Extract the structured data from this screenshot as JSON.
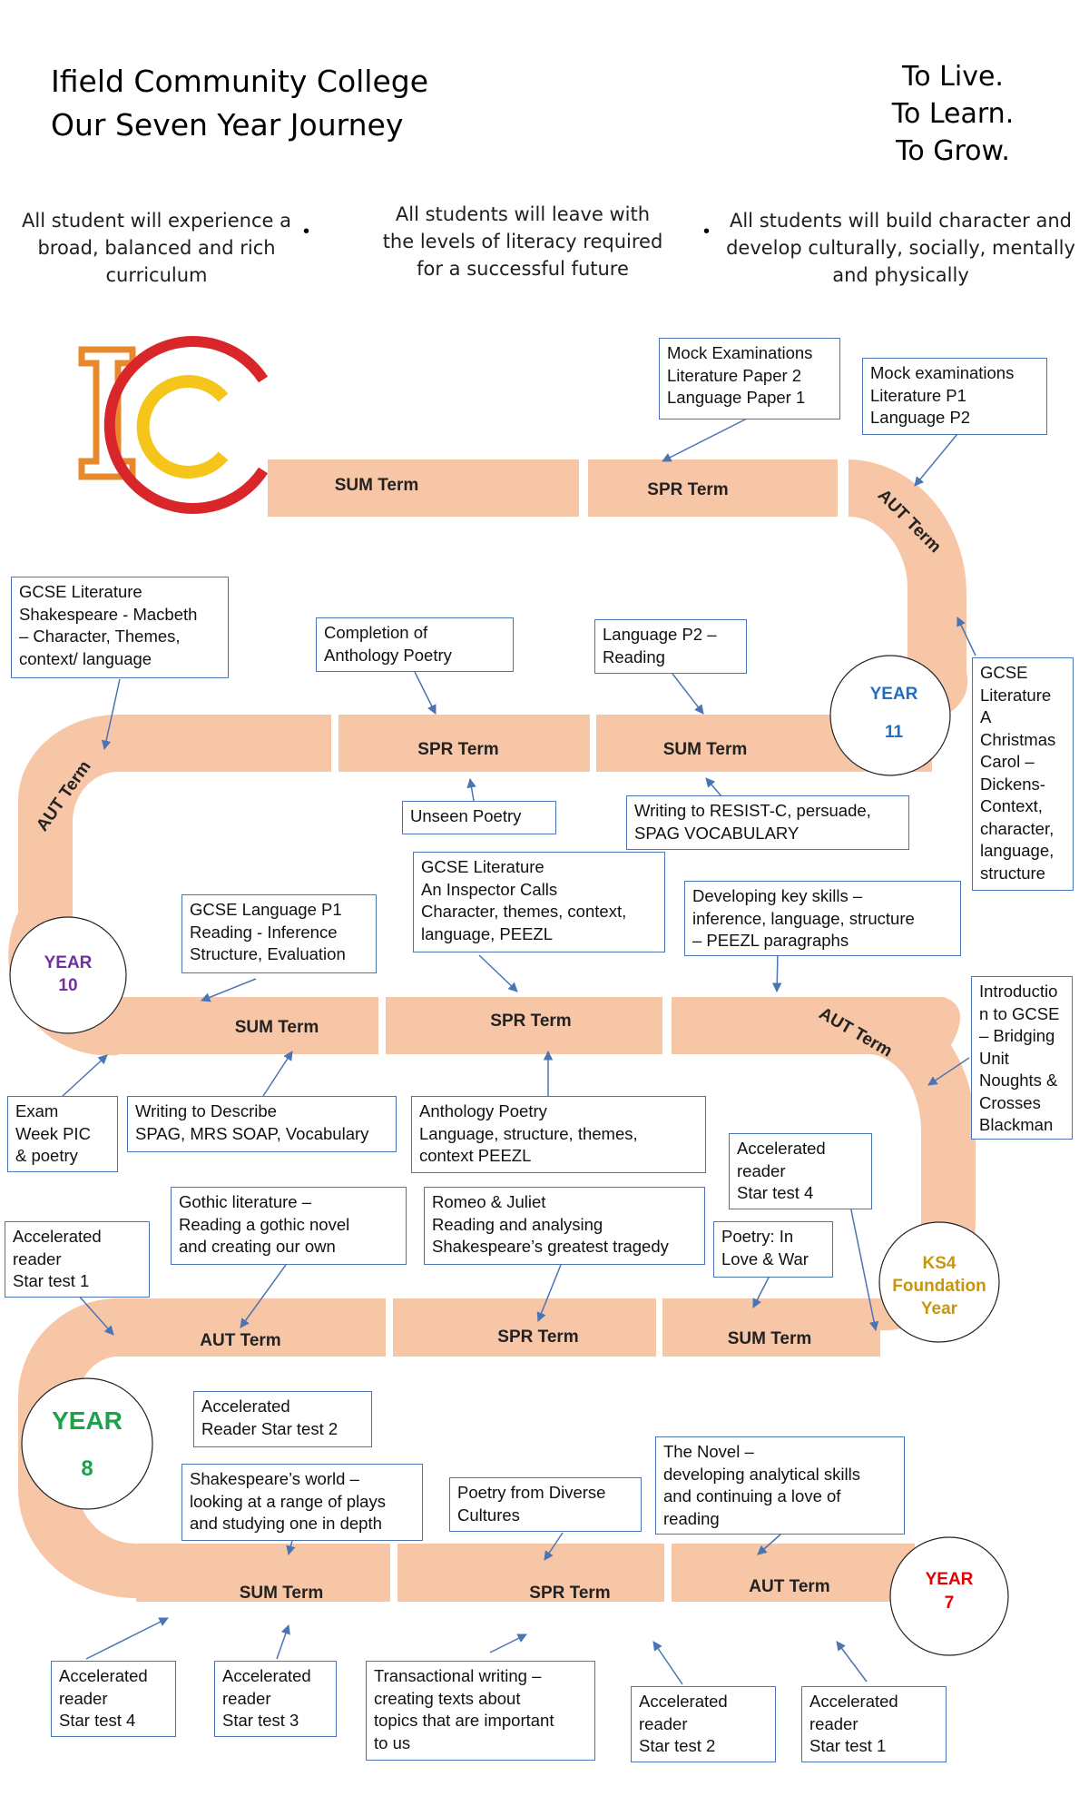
{
  "header": {
    "title_line1": "Ifield Community College",
    "title_line2": "Our Seven Year Journey",
    "motto": [
      "To Live.",
      "To Learn.",
      "To Grow."
    ]
  },
  "aims": [
    "All student will experience a broad, balanced and rich curriculum",
    "All students will leave with the levels of literacy required for a successful future",
    "All students will build character and develop culturally, socially, mentally and physically"
  ],
  "bullet": "•",
  "colors": {
    "road": "#f7c6a6",
    "box_border": "#4a74b4",
    "logo_orange": "#e8892e",
    "logo_red": "#d9262a",
    "logo_yellow": "#f6c51b"
  },
  "years": {
    "y11": {
      "line1": "YEAR",
      "line2": "11",
      "color": "#1f6fc0"
    },
    "y10": {
      "line1": "YEAR",
      "line2": "10",
      "color": "#7030a0"
    },
    "ks4": {
      "line1": "KS4",
      "line2": "Foundation",
      "line3": "Year",
      "color": "#c8960c"
    },
    "y8": {
      "line1": "YEAR",
      "line2": "8",
      "color": "#1aa34a"
    },
    "y7": {
      "line1": "YEAR",
      "line2": "7",
      "color": "#e00000"
    }
  },
  "terms": {
    "r1_sum": "SUM Term",
    "r1_spr": "SPR Term",
    "r1_aut": "AUT Term",
    "r2_aut": "AUT Term",
    "r2_spr": "SPR Term",
    "r2_sum": "SUM Term",
    "r3_sum": "SUM Term",
    "r3_spr": "SPR Term",
    "r3_aut": "AUT Term",
    "r4_aut": "AUT Term",
    "r4_spr": "SPR Term",
    "r4_sum": "SUM Term",
    "r5_sum": "SUM Term",
    "r5_spr": "SPR Term",
    "r5_aut": "AUT Term"
  },
  "boxes": {
    "mock_lit2": "Mock Examinations\nLiterature Paper 2\nLanguage  Paper 1",
    "mock_lit1": "Mock examinations\nLiterature P1\nLanguage  P2",
    "macbeth": "GCSE Literature\nShakespeare - Macbeth\n– Character, Themes,\ncontext/ language",
    "anthology_completion": "Completion  of\nAnthology Poetry",
    "lang_p2": "Language  P2 –\nReading",
    "christmas_carol": "GCSE\nLiterature\nA\nChristmas\nCarol –\nDickens-\nContext,\ncharacter,\nlanguage,\nstructure",
    "unseen": "Unseen Poetry",
    "resist": "Writing to RESIST-C, persuade,\n SPAG VOCABULARY",
    "lang_p1": "GCSE Language  P1\nReading  - Inference\nStructure, Evaluation",
    "inspector": "GCSE  Literature\nAn Inspector Calls\nCharacter, themes, context,\nlanguage,  PEEZL",
    "key_skills": "Developing key skills –\ninference, language, structure\n– PEEZL paragraphs",
    "intro_gcse": "Introductio\nn to GCSE\n– Bridging\nUnit\nNoughts &\nCrosses\nBlackman",
    "exam_week": "Exam\nWeek PIC\n& poetry",
    "describe": "Writing to Describe\nSPAG, MRS SOAP, Vocabulary",
    "anthology_peezl": "Anthology  Poetry\nLanguage, structure, themes,\ncontext PEEZL",
    "ar_star4_ks4": "Accelerated\nreader\nStar test 4",
    "ar_star1_y8": "Accelerated\nreader\nStar test 1",
    "gothic": "Gothic literature –\nReading a gothic novel\nand creating our own",
    "romeo": "Romeo & Juliet\nReading and analysing\nShakespeare’s greatest tragedy",
    "poetry_war": "Poetry: In\nLove & War",
    "ar_star2_y8": "Accelerated\nReader Star test 2",
    "shakespeare_world": "Shakespeare’s world –\nlooking at a range of plays\nand studying one in depth",
    "diverse": "Poetry from Diverse\nCultures",
    "novel": "The Novel –\ndeveloping analytical skills\n and continuing  a love of\nreading",
    "ar_star4_y7": "Accelerated\nreader\nStar test 4",
    "ar_star3_y7": "Accelerated\nreader\nStar test 3",
    "transactional": "Transactional writing –\ncreating texts about\ntopics that are important\nto us",
    "ar_star2_y7": "Accelerated\nreader\nStar test 2",
    "ar_star1_y7": "Accelerated\nreader\nStar test 1"
  }
}
